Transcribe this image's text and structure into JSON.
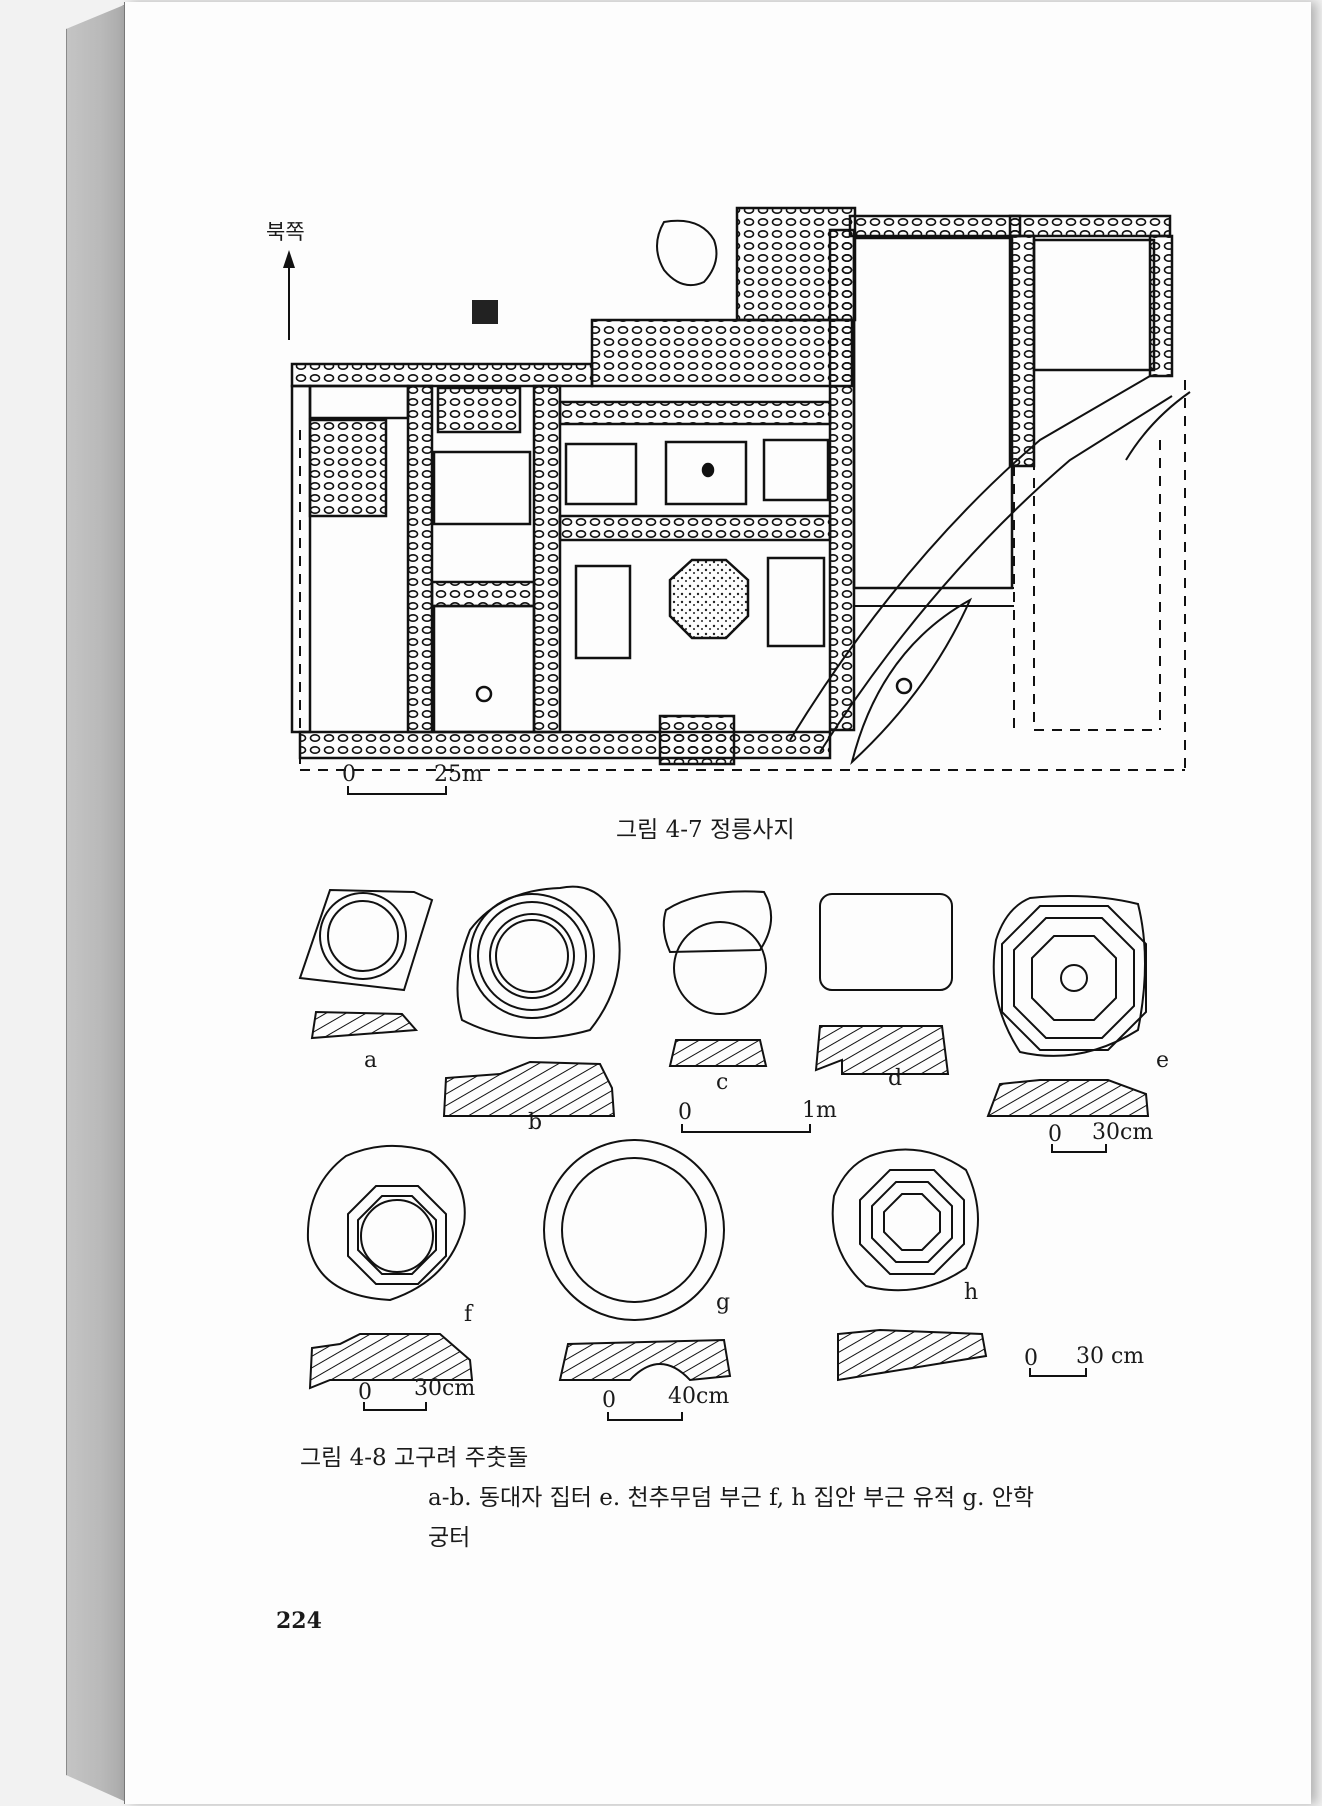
{
  "figure_4_7": {
    "north_label": "북쪽",
    "scale_start": "0",
    "scale_end": "25m",
    "caption": "그림 4-7  정릉사지"
  },
  "figure_4_8": {
    "labels": [
      "a",
      "b",
      "c",
      "d",
      "e",
      "f",
      "g",
      "h"
    ],
    "scale_1m_start": "0",
    "scale_1m_end": "1m",
    "scale_e_start": "0",
    "scale_e_end": "30cm",
    "scale_f_start": "0",
    "scale_f_end": "30cm",
    "scale_g_start": "0",
    "scale_g_end": "40cm",
    "scale_h_start": "0",
    "scale_h_end": "30 cm",
    "caption": "그림 4-8  고구려 주춧돌",
    "caption_line2": "a-b. 동대자 집터  e. 천추무덤 부근  f, h 집안 부근 유적  g. 안학",
    "caption_line3": "궁터"
  },
  "page_number": "224"
}
